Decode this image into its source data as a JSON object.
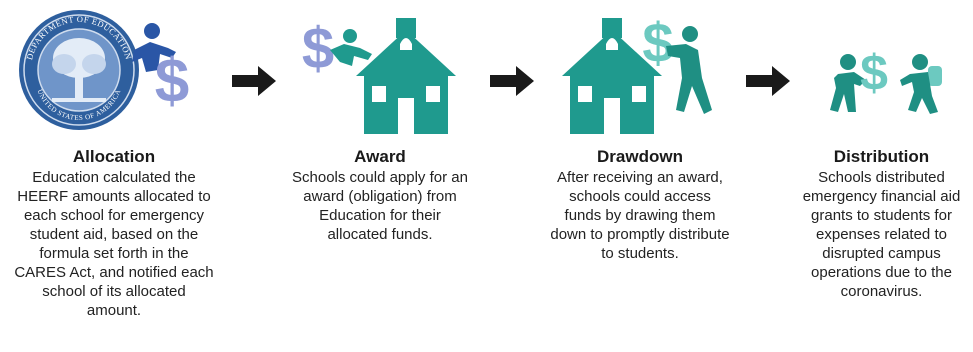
{
  "steps": [
    {
      "title": "Allocation",
      "description": "Education calculated the HEERF amounts allocated to each school for emergency student aid, based on the formula set forth in the CARES Act, and notified each school of its allocated amount.",
      "seal_text": "DEPARTMENT OF EDUCATION · UNITED STATES OF AMERICA",
      "icons": [
        "department-of-education-seal",
        "person-carrying-dollar-icon"
      ]
    },
    {
      "title": "Award",
      "description": "Schools could apply for an award (obligation) from Education for their allocated funds.",
      "icons": [
        "dollar-sign-icon",
        "schoolhouse-icon",
        "person-handing-dollar-icon"
      ]
    },
    {
      "title": "Drawdown",
      "description": "After receiving an award, schools could access funds by drawing them down to promptly distribute to students.",
      "icons": [
        "schoolhouse-icon",
        "person-pulling-dollar-icon"
      ]
    },
    {
      "title": "Distribution",
      "description": "Schools distributed emergency financial aid grants to students for expenses related to disrupted campus operations due to the coronavirus.",
      "icons": [
        "person-giving-dollar-icon",
        "student-with-backpack-icon"
      ]
    }
  ],
  "colors": {
    "seal_blue": "#2e5f9e",
    "dollar_periwinkle": "#8e9ad6",
    "school_teal": "#1f9a8e",
    "dollar_teal": "#6cc9c0",
    "person_blue": "#2a56a6",
    "person_teal": "#1f8f83",
    "arrow": "#1a1a1a"
  }
}
